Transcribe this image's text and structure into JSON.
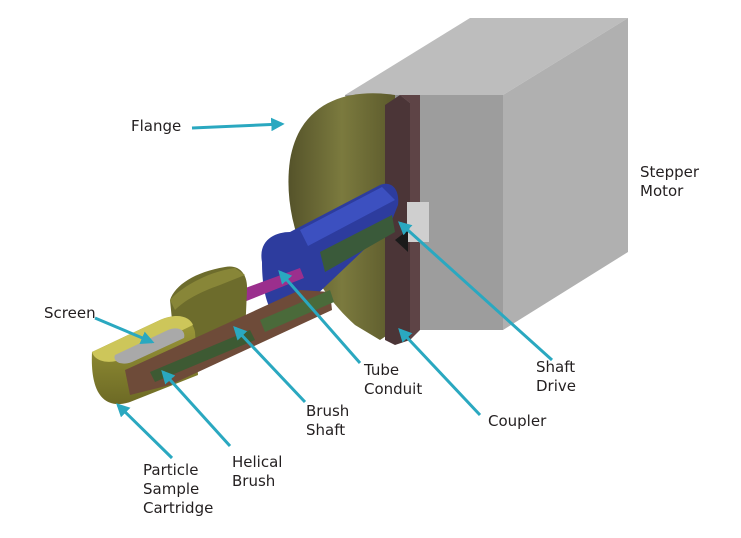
{
  "labels": {
    "flange": "Flange",
    "stepper_motor": "Stepper\nMotor",
    "screen": "Screen",
    "shaft_drive": "Shaft\nDrive",
    "tube_conduit": "Tube\nConduit",
    "coupler": "Coupler",
    "brush_shaft": "Brush\nShaft",
    "helical_brush": "Helical\nBrush",
    "particle_sample_cartridge": "Particle\nSample\nCartridge"
  },
  "colors": {
    "arrow": "#2aa8c0",
    "motor_front": "#9c9c9c",
    "motor_top": "#b9b9b9",
    "motor_side": "#aaaaaa",
    "flange": "#6f6d35",
    "coupler": "#4a3436",
    "tube_conduit": "#2e3ea0",
    "brush_shaft": "#9a2e8c",
    "cartridge": "#8a8a2e",
    "cartridge_top": "#c8c45a",
    "helical_brush": "#6e4a38",
    "screen": "#a8a8a8",
    "label_text": "#231f20"
  }
}
